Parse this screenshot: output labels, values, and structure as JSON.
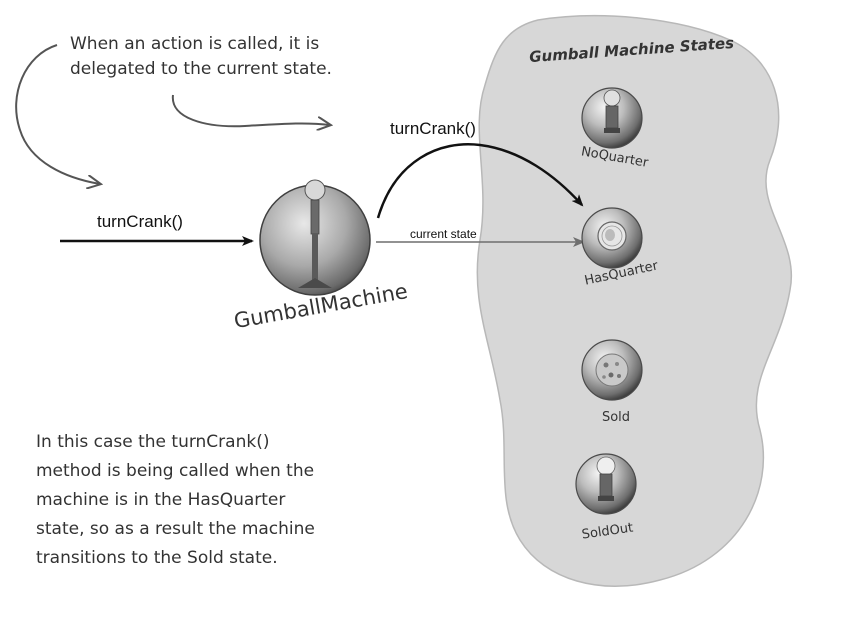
{
  "diagram": {
    "states_region": {
      "title": "Gumball Machine States",
      "states": [
        {
          "name": "NoQuarter"
        },
        {
          "name": "HasQuarter"
        },
        {
          "name": "Sold"
        },
        {
          "name": "SoldOut"
        }
      ]
    },
    "context_object": {
      "name": "GumballMachine"
    },
    "incoming_call_label": "turnCrank()",
    "delegated_call_label": "turnCrank()",
    "current_state_label": "current state",
    "annotation_top": {
      "line1": "When an action is called, it is",
      "line2": "delegated to the current state."
    },
    "annotation_bottom": {
      "line1": "In this case the turnCrank()",
      "line2": "method is being called when the",
      "line3": "machine is in the HasQuarter",
      "line4": "state, so as a result  the machine",
      "line5": "transitions to the Sold state."
    }
  }
}
